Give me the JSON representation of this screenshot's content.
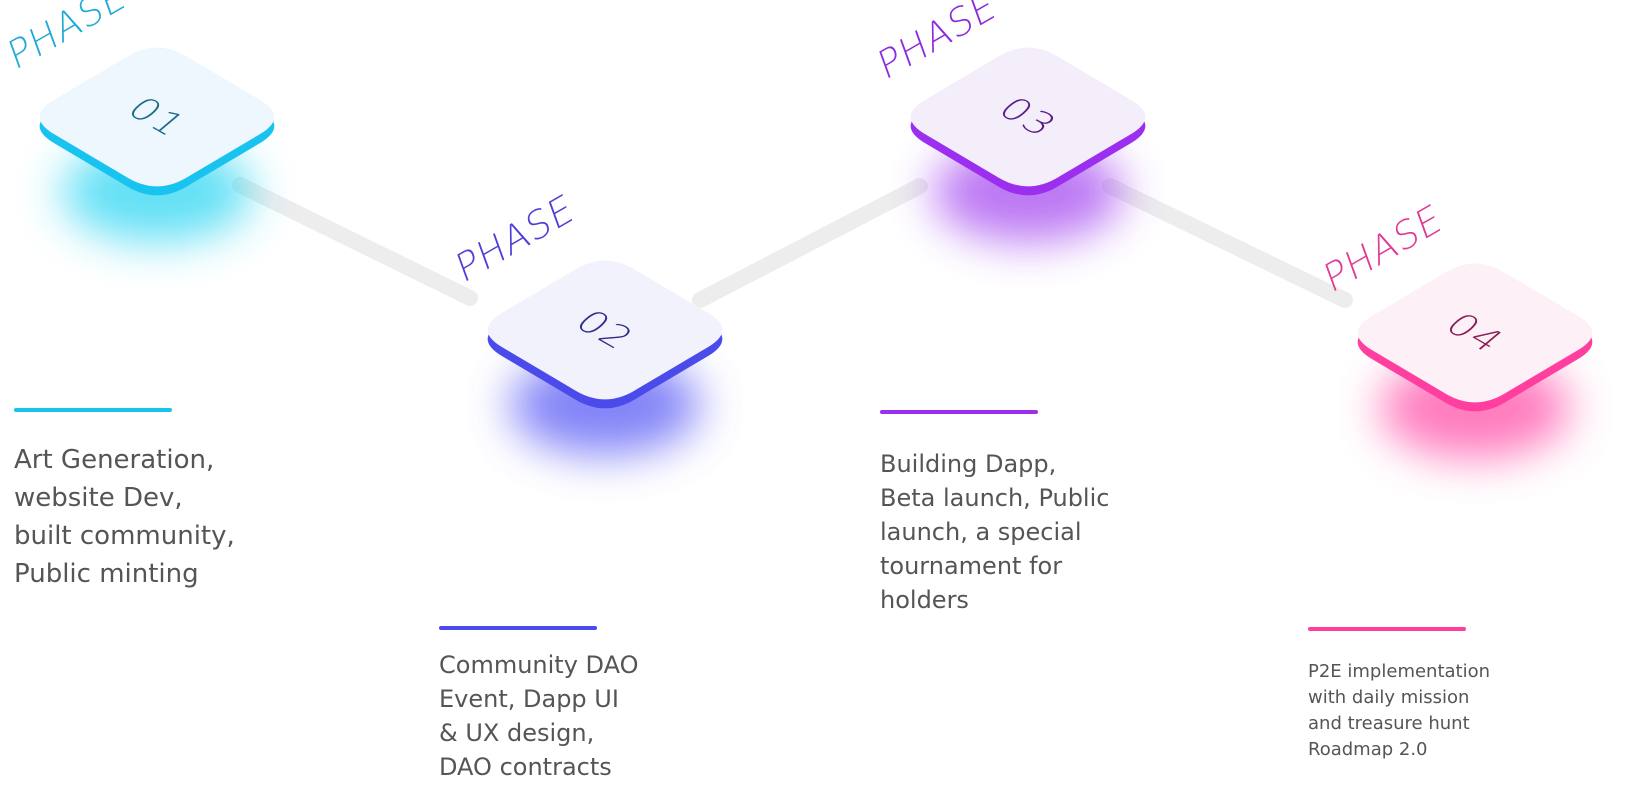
{
  "phases": [
    {
      "label": "PHASE",
      "number": "01",
      "accent": "#19C3F0",
      "face": "#EEF7FD",
      "glow": "#2FD6F2",
      "num_color": "#1A6B8A",
      "label_color": "#1FA9D6",
      "description": "Art Generation,\nwebsite Dev,\nbuilt community,\nPublic minting"
    },
    {
      "label": "PHASE",
      "number": "02",
      "accent": "#4B4BEB",
      "face": "#F2F2FC",
      "glow": "#5A5CF5",
      "num_color": "#2E2E8A",
      "label_color": "#4E3FD6",
      "description": "Community DAO\nEvent, Dapp UI\n& UX design,\nDAO contracts"
    },
    {
      "label": "PHASE",
      "number": "03",
      "accent": "#9C2EEF",
      "face": "#F4EEFB",
      "glow": "#A64BF0",
      "num_color": "#5A1E8A",
      "label_color": "#8A2BE0",
      "description": "Building Dapp,\nBeta launch, Public\nlaunch, a special\ntournament for\nholders"
    },
    {
      "label": "PHASE",
      "number": "04",
      "accent": "#FF3FA0",
      "face": "#FDF0F6",
      "glow": "#FF4FA8",
      "num_color": "#8A1E55",
      "label_color": "#E03A95",
      "description": "P2E implementation\nwith daily mission\nand treasure hunt\nRoadmap 2.0"
    }
  ],
  "connector_color": "#EDEDED"
}
